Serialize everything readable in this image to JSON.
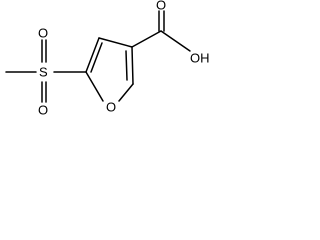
{
  "structure": {
    "atoms": {
      "sulfonyl_sulfur": "S",
      "sulfonyl_oxygen_top": "O",
      "sulfonyl_oxygen_bottom": "O",
      "ring_oxygen": "O",
      "carbonyl_oxygen": "O",
      "hydroxyl": "OH"
    }
  }
}
